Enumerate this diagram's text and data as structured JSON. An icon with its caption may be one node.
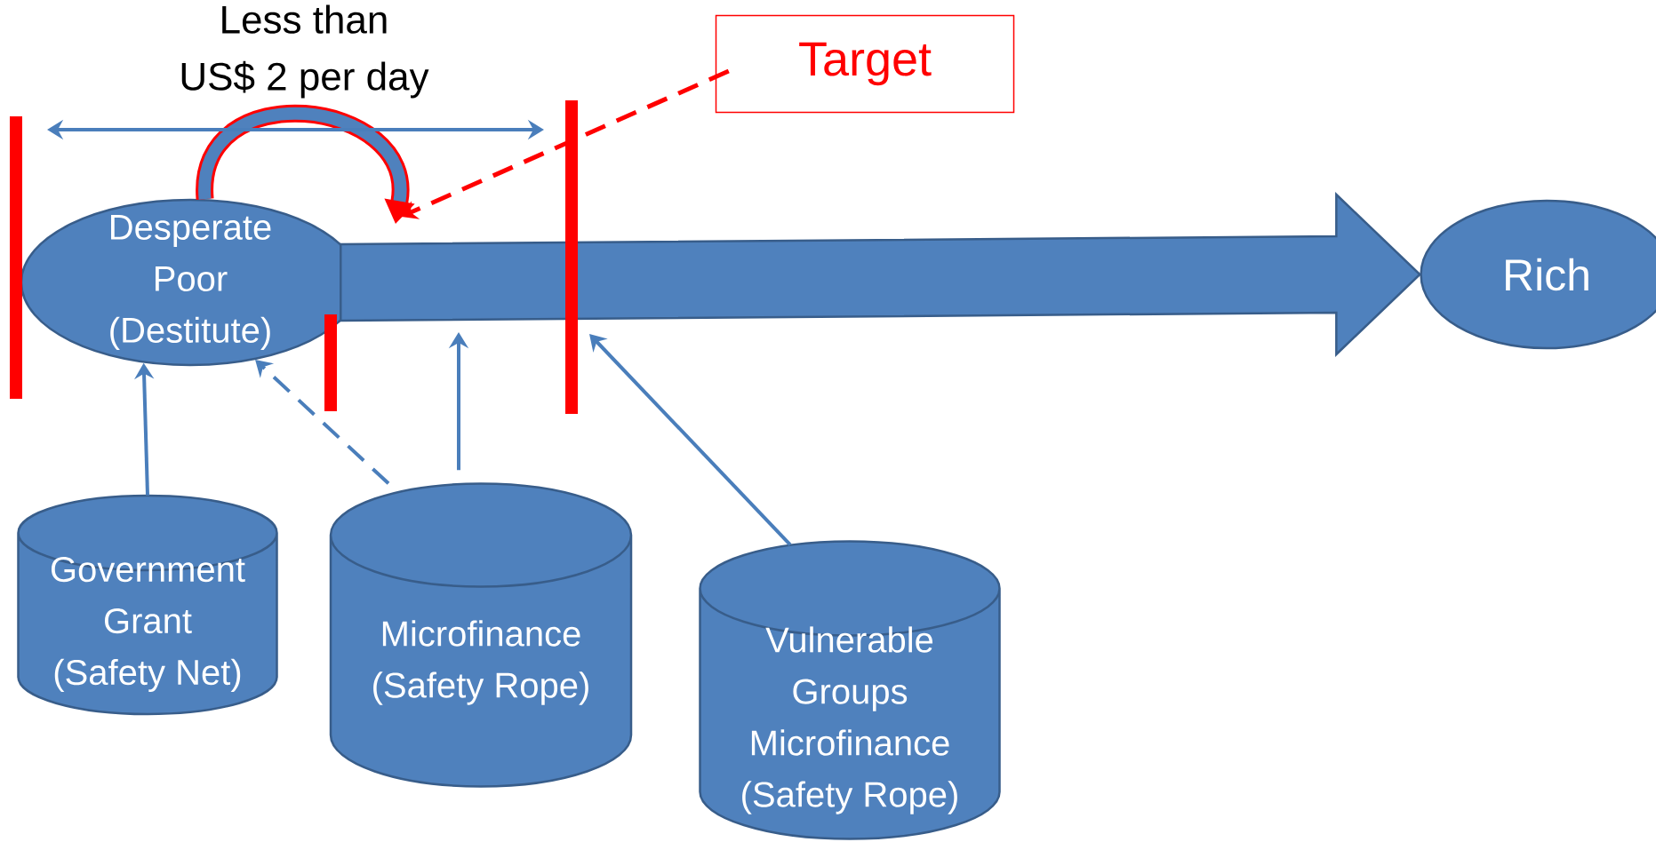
{
  "diagram": {
    "nodes": [
      {
        "text": [
          "Target"
        ]
      },
      {
        "text": [
          "Desperate Poor",
          "(Destitute)"
        ]
      },
      {
        "text": [
          "Rich"
        ]
      },
      {
        "text": [
          "Government Grant",
          "(Safety Net)"
        ]
      },
      {
        "text": [
          "Microfinance",
          "(Safety Rope)"
        ]
      },
      {
        "text": [
          "Vulnerable Groups Microfinance",
          "(Safety Rope)"
        ]
      }
    ],
    "edges": [
      {
        "from": 1,
        "to": 2,
        "arrow": "to",
        "style": "thick"
      },
      {
        "from": 3,
        "to": 1,
        "arrow": "to"
      },
      {
        "from": 4,
        "to": 1,
        "arrow": "to",
        "style": "dashed"
      },
      {
        "from": 4,
        "to": null,
        "arrow": "to"
      },
      {
        "from": 5,
        "to": null,
        "arrow": "to"
      },
      {
        "from": 0,
        "to": null,
        "arrow": "to",
        "style": "dashed",
        "color": "#ff0000"
      },
      {
        "from": 1,
        "to": null,
        "arrow": "to",
        "style": "thick",
        "color": "#ff0000"
      }
    ],
    "labels": [
      "Less than US$ 2 per day"
    ]
  }
}
